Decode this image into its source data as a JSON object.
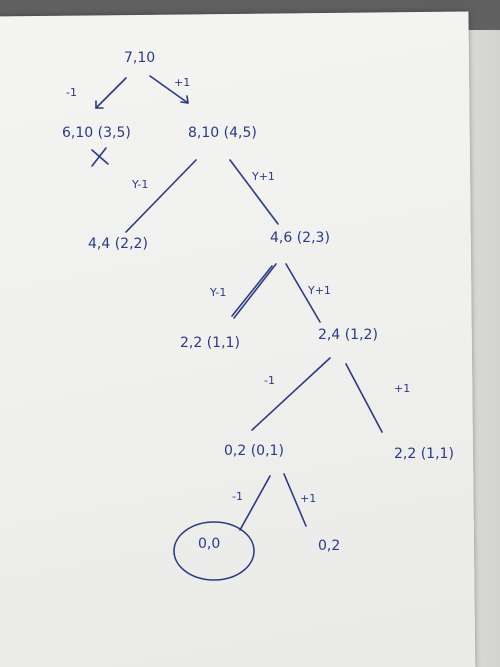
{
  "nodes": {
    "root": "7,10",
    "left1": "6,10 (3,5)",
    "right1": "8,10 (4,5)",
    "left2": "4,4 (2,2)",
    "right2": "4,6 (2,3)",
    "left3": "2,2 (1,1)",
    "right3": "2,4 (1,2)",
    "left4": "0,2 (0,1)",
    "right4": "2,2 (1,1)",
    "left5": "0,0",
    "right5": "0,2"
  },
  "edges": {
    "e_root_left": "-1",
    "e_root_right": "+1",
    "e_l2": "Y-1",
    "e_r2": "Y+1",
    "e_l3": "Y-1",
    "e_r3": "Y+1",
    "e_l4": "-1",
    "e_r4": "+1",
    "e_l5": "-1",
    "e_r5": "+1"
  },
  "marks": {
    "cross": "X"
  }
}
